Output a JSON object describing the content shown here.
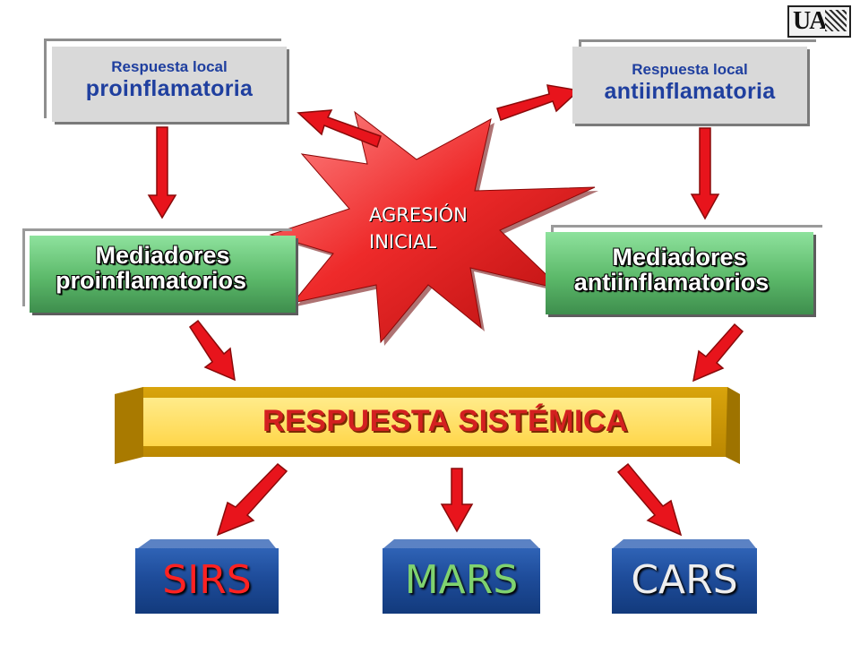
{
  "logo": {
    "text": "UA"
  },
  "top_left": {
    "line1": "Respuesta local",
    "line2": "proinflamatoria"
  },
  "top_right": {
    "line1": "Respuesta local",
    "line2": "antiinflamatoria"
  },
  "mid_left": {
    "line1": "Mediadores",
    "line2": "proinflamatorios"
  },
  "mid_right": {
    "line1": "Mediadores",
    "line2": "antiinflamatorios"
  },
  "center": {
    "line1": "AGRESIÓN",
    "line2": "INICIAL"
  },
  "systemic": {
    "label": "RESPUESTA SISTÉMICA"
  },
  "outcomes": {
    "sirs": "SIRS",
    "mars": "MARS",
    "cars": "CARS"
  },
  "colors": {
    "arrow": "#e8141c",
    "systemic_bar": "#c89600",
    "star": "#e8141c"
  }
}
